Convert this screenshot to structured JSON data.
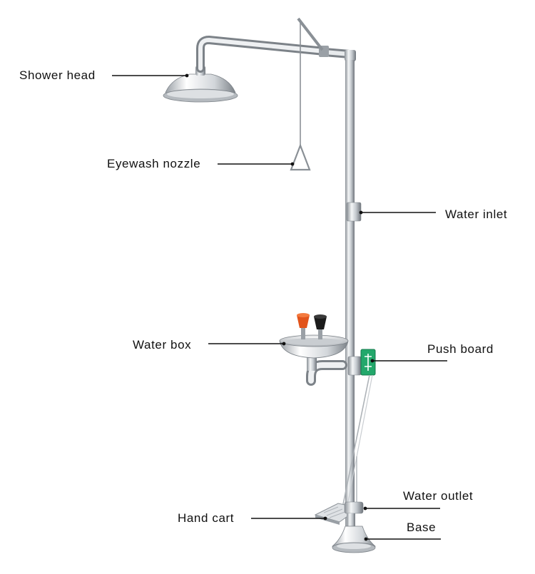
{
  "labels": {
    "shower_head": "Shower head",
    "eyewash_nozzle": "Eyewash nozzle",
    "water_inlet": "Water inlet",
    "water_box": "Water box",
    "push_board": "Push board",
    "water_outlet": "Water outlet",
    "hand_cart": "Hand cart",
    "base": "Base"
  },
  "colors": {
    "steel_light": "#eef0f2",
    "steel_mid": "#b9bec4",
    "steel_dark": "#6f757c",
    "leader_line": "#111111",
    "push_board_green": "#23a86b",
    "nozzle_orange": "#e2541b",
    "nozzle_black": "#1b1b1b"
  }
}
